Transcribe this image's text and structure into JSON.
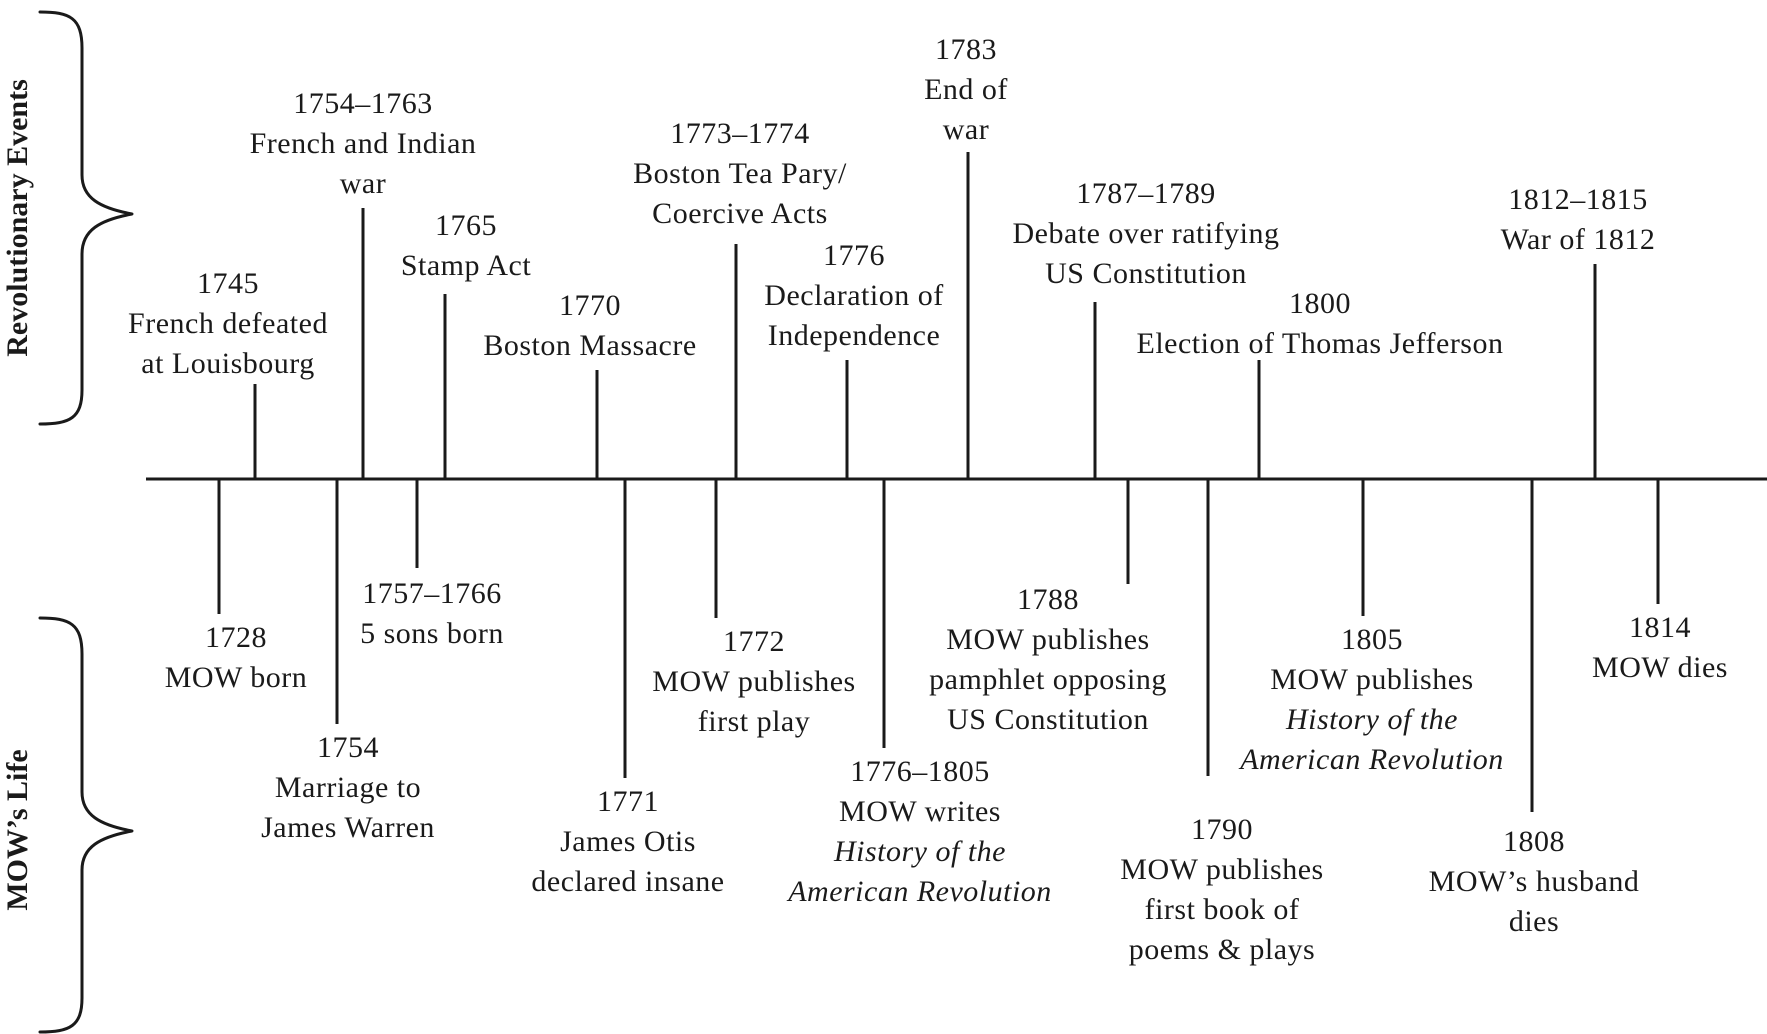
{
  "side_labels": {
    "top": "Revolutionary Events",
    "bottom": "MOW’s Life"
  },
  "revolutionary_events": [
    {
      "date": "1745",
      "lines": [
        "French defeated",
        "at Louisbourg"
      ]
    },
    {
      "date": "1754–1763",
      "lines": [
        "French and Indian",
        "war"
      ]
    },
    {
      "date": "1765",
      "lines": [
        "Stamp Act"
      ]
    },
    {
      "date": "1770",
      "lines": [
        "Boston Massacre"
      ]
    },
    {
      "date": "1773–1774",
      "lines": [
        "Boston Tea Pary/",
        "Coercive Acts"
      ]
    },
    {
      "date": "1776",
      "lines": [
        "Declaration of",
        "Independence"
      ]
    },
    {
      "date": "1783",
      "lines": [
        "End of",
        "war"
      ]
    },
    {
      "date": "1787–1789",
      "lines": [
        "Debate over ratifying",
        "US Constitution"
      ]
    },
    {
      "date": "1800",
      "lines": [
        "Election of Thomas Jefferson"
      ]
    },
    {
      "date": "1812–1815",
      "lines": [
        "War of 1812"
      ]
    }
  ],
  "mow_life_events": [
    {
      "date": "1728",
      "lines": [
        "MOW born"
      ]
    },
    {
      "date": "1754",
      "lines": [
        "Marriage to",
        "James Warren"
      ]
    },
    {
      "date": "1757–1766",
      "lines": [
        "5 sons born"
      ]
    },
    {
      "date": "1771",
      "lines": [
        "James Otis",
        "declared insane"
      ]
    },
    {
      "date": "1772",
      "lines": [
        "MOW publishes",
        "first play"
      ]
    },
    {
      "date": "1776–1805",
      "lines": [
        "MOW writes"
      ],
      "italic_lines": [
        "History of the",
        "American Revolution"
      ]
    },
    {
      "date": "1788",
      "lines": [
        "MOW publishes",
        "pamphlet opposing",
        "US Constitution"
      ]
    },
    {
      "date": "1790",
      "lines": [
        "MOW publishes",
        "first book of",
        "poems & plays"
      ]
    },
    {
      "date": "1805",
      "lines": [
        "MOW publishes"
      ],
      "italic_lines": [
        "History of the",
        "American Revolution"
      ]
    },
    {
      "date": "1808",
      "lines": [
        "MOW’s husband",
        "dies"
      ]
    },
    {
      "date": "1814",
      "lines": [
        "MOW dies"
      ]
    }
  ]
}
